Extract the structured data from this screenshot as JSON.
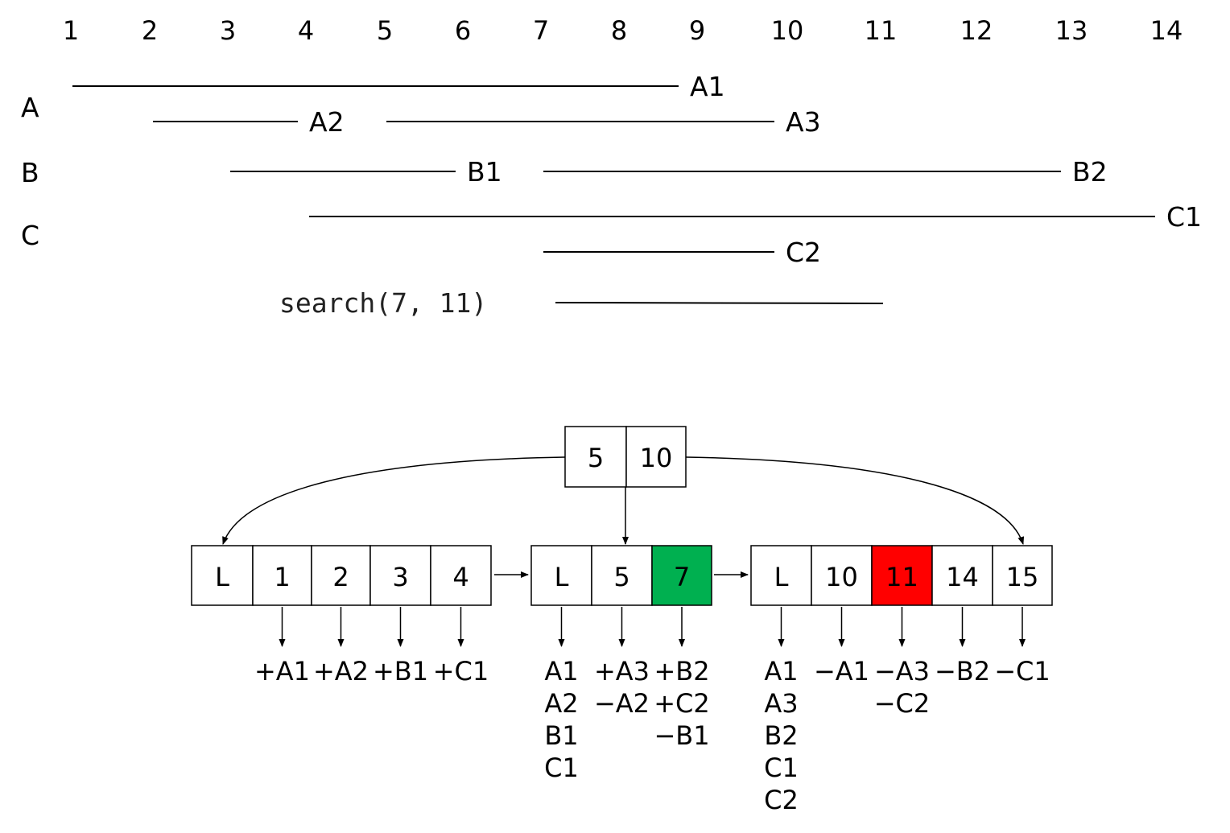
{
  "timeline": {
    "axis_ticks": [
      "1",
      "2",
      "3",
      "4",
      "5",
      "6",
      "7",
      "8",
      "9",
      "10",
      "11",
      "12",
      "13",
      "14"
    ],
    "groups": [
      "A",
      "B",
      "C"
    ],
    "intervals": [
      {
        "id": "A1",
        "label": "A1",
        "start": 1,
        "end": 9
      },
      {
        "id": "A2",
        "label": "A2",
        "start": 2,
        "end": 4
      },
      {
        "id": "A3",
        "label": "A3",
        "start": 5,
        "end": 10
      },
      {
        "id": "B1",
        "label": "B1",
        "start": 3,
        "end": 6
      },
      {
        "id": "B2",
        "label": "B2",
        "start": 7,
        "end": 13
      },
      {
        "id": "C1",
        "label": "C1",
        "start": 4,
        "end": 14
      },
      {
        "id": "C2",
        "label": "C2",
        "start": 7,
        "end": 10
      }
    ],
    "query": {
      "label": "search(7, 11)",
      "start": 7,
      "end": 11
    }
  },
  "tree": {
    "root": {
      "keys": [
        "5",
        "10"
      ]
    },
    "leaves": [
      {
        "cells": [
          {
            "text": "L"
          },
          {
            "text": "1",
            "events": [
              "+A1"
            ]
          },
          {
            "text": "2",
            "events": [
              "+A2"
            ]
          },
          {
            "text": "3",
            "events": [
              "+B1"
            ]
          },
          {
            "text": "4",
            "events": [
              "+C1"
            ]
          }
        ]
      },
      {
        "cells": [
          {
            "text": "L",
            "events": [
              "A1",
              "A2",
              "B1",
              "C1"
            ]
          },
          {
            "text": "5",
            "events": [
              "+A3",
              "−A2"
            ]
          },
          {
            "text": "7",
            "highlight": "#00b050",
            "events": [
              "+B2",
              "+C2",
              "−B1"
            ]
          }
        ]
      },
      {
        "cells": [
          {
            "text": "L",
            "events": [
              "A1",
              "A3",
              "B2",
              "C1",
              "C2"
            ]
          },
          {
            "text": "10",
            "events": [
              "−A1"
            ]
          },
          {
            "text": "11",
            "highlight": "#ff0000",
            "events": [
              "−A3",
              "−C2"
            ]
          },
          {
            "text": "14",
            "events": [
              "−B2"
            ]
          },
          {
            "text": "15",
            "events": [
              "−C1"
            ]
          }
        ]
      }
    ]
  },
  "colors": {
    "start_key": "#00b050",
    "end_key": "#ff0000",
    "stroke": "#000000"
  }
}
